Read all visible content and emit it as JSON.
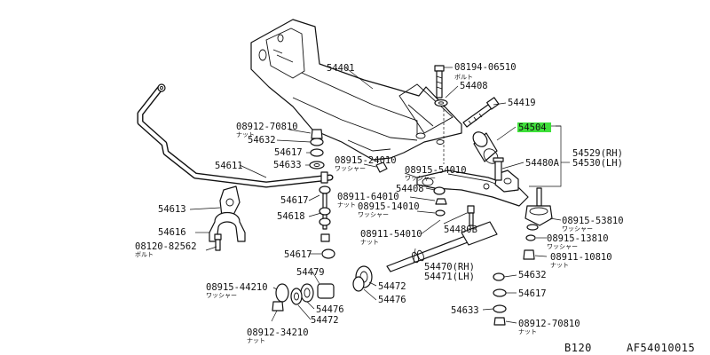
{
  "diagram": {
    "colors": {
      "line": "#111111",
      "highlight": "#3ee03a",
      "background": "#ffffff"
    },
    "highlighted_part": "54504",
    "parts": {
      "p54401": "54401",
      "p08194_06510": "08194-06510",
      "p08194_sub": "ボルト",
      "p54408a": "54408",
      "p54419": "54419",
      "p54504": "54504",
      "p54529": "54529(RH)",
      "p54530": "54530(LH)",
      "p08912_70810a": "08912-70810",
      "p08912_70810a_sub": "ナット",
      "p54632a": "54632",
      "p54617a": "54617",
      "p54633a": "54633",
      "p08915_24010": "08915-24010",
      "p08915_24010_sub": "ワッシャー",
      "p08915_54010": "08915-54010",
      "p08915_54010_sub": "ワッシャー",
      "p54480a": "54480A",
      "p54611": "54611",
      "p54408b": "54408",
      "p54617b": "54617",
      "p08911_64010": "08911-64010",
      "p08911_64010_sub": "ナット",
      "p08915_14010": "08915-14010",
      "p08915_14010_sub": "ワッシャー",
      "p54613": "54613",
      "p54618": "54618",
      "p08915_53810": "08915-53810",
      "p08915_53810_sub": "ワッシャー",
      "p54480b": "54480B",
      "p08915_13810": "08915-13810",
      "p08915_13810_sub": "ワッシャー",
      "p54616": "54616",
      "p08911_54010": "08911-54010",
      "p08911_54010_sub": "ナット",
      "p08911_10810": "08911-10810",
      "p08911_10810_sub": "ナット",
      "p08120_82562": "08120-82562",
      "p08120_82562_sub": "ボルト",
      "p54617c": "54617",
      "p54479": "54479",
      "p54470": "54470(RH)",
      "p54471": "54471(LH)",
      "p54632b": "54632",
      "p08915_44210": "08915-44210",
      "p08915_44210_sub": "ワッシャー",
      "p54472a": "54472",
      "p54617d": "54617",
      "p54476a": "54476",
      "p54476b": "54476",
      "p54472b": "54472",
      "p54633b": "54633",
      "p08912_34210": "08912-34210",
      "p08912_34210_sub": "ナット",
      "p08912_70810b": "08912-70810",
      "p08912_70810b_sub": "ナット"
    },
    "footer": {
      "model": "B120",
      "code": "AF54010015"
    }
  }
}
